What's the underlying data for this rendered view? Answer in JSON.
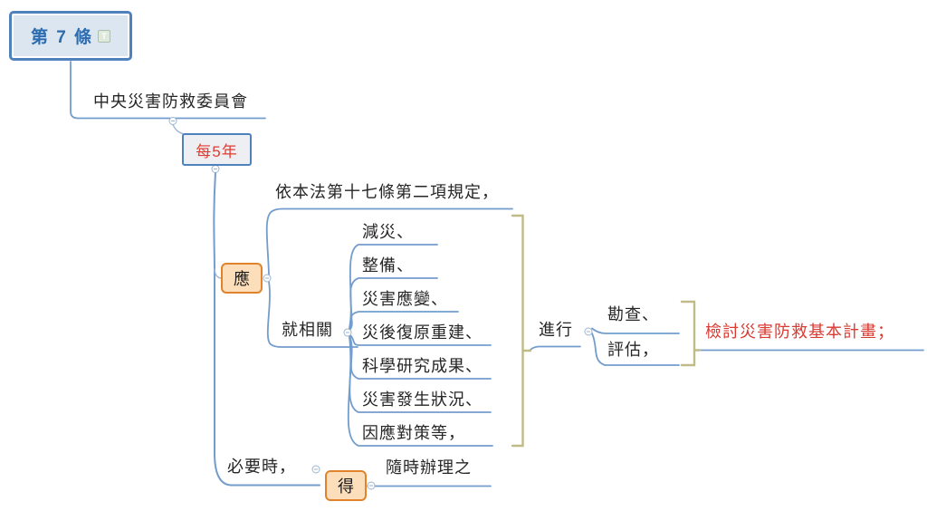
{
  "mindmap": {
    "root": {
      "label": "第 7 條",
      "marker": "T"
    },
    "committee": "中央災害防救委員會",
    "every_5_years": "每5年",
    "should": "應",
    "per_law": "依本法第十七條第二項規定，",
    "regarding": "就相關",
    "items": [
      "減災、",
      "整備、",
      "災害應變、",
      "災後復原重建、",
      "科學研究成果、",
      "災害發生狀況、",
      "因應對策等，"
    ],
    "proceed": "進行",
    "survey": "勘查、",
    "evaluate": "評估，",
    "review_plan": "檢討災害防救基本計畫；",
    "when_necessary": "必要時，",
    "may": "得",
    "handle_anytime": "隨時辦理之",
    "colors": {
      "branch_blue": "#739dcc",
      "bracket_olive": "#bfbc88",
      "topic_border_blue": "#4f81bd",
      "topic_border_orange": "#e0832c",
      "red_text": "#d93a32"
    }
  }
}
